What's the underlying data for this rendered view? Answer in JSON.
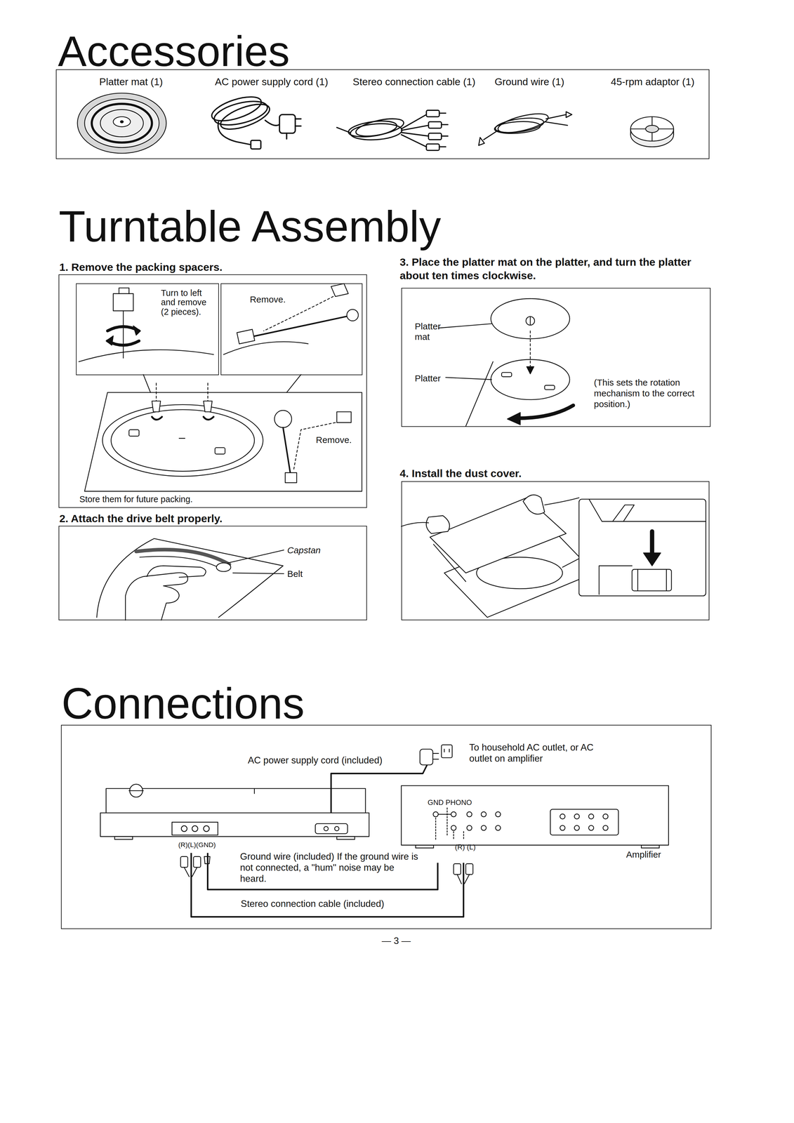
{
  "diagram": {
    "nodes": [
      {
        "text": [
          "Accessories",
          "Platter mat (1)",
          "AC power supply cord (1)",
          "Stereo connection cable (1)",
          "Ground wire (1)",
          "45-rpm adaptor (1)"
        ]
      },
      {
        "text": [
          "1. Remove the packing spacers.",
          "Remove.",
          "Store them for future packing."
        ]
      },
      {
        "text": [
          "Turn to left and remove (2 pieces)."
        ],
        "in": 1
      },
      {
        "text": [
          "Remove."
        ],
        "in": 1
      },
      {
        "text": [
          "2. Attach the drive belt properly.",
          "Capstan",
          "Belt"
        ]
      },
      {
        "text": [
          "3. Place the platter mat on the platter, and turn the platter about ten times clockwise.",
          "Platter mat",
          "Platter",
          "(This sets the rotation mechanism to the correct position.)"
        ]
      },
      {
        "text": [
          "4. Install the dust cover."
        ]
      },
      {
        "text": [
          "Connections",
          "AC power supply cord (included)",
          "To household AC outlet, or AC outlet on amplifier"
        ]
      },
      {
        "text": [
          "(R)(L)(GND)"
        ],
        "in": 7
      },
      {
        "text": [
          "GND",
          "PHONO",
          "(R) (L)",
          "Amplifier"
        ],
        "in": 7
      }
    ],
    "edges": [
      {
        "from": 8,
        "to": 9,
        "arrow": "none",
        "label": "Stereo connection cable (included)"
      },
      {
        "from": 8,
        "to": 9,
        "arrow": "none",
        "label": "Ground wire (included) If the ground wire is not connected, a \"hum\" noise may be heard."
      }
    ],
    "labels": [
      "Turntable Assembly",
      "— 3 —"
    ]
  }
}
